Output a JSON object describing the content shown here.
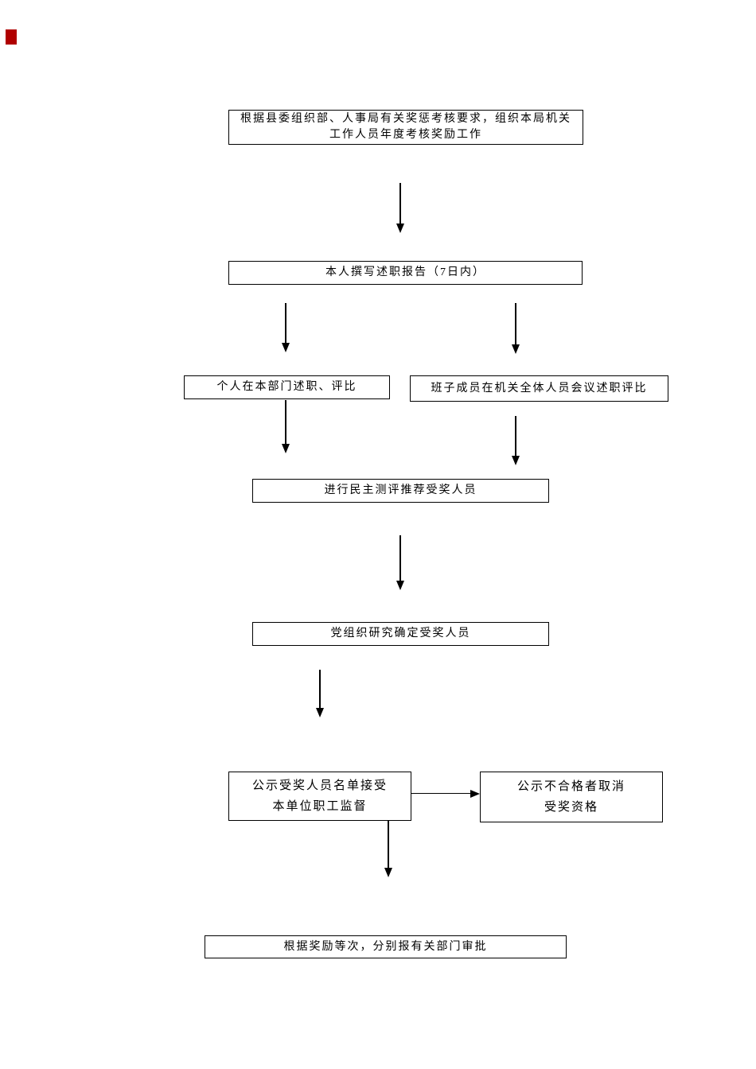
{
  "page": {
    "background": "#ffffff",
    "line_color": "#000000",
    "red_mark_color": "#b00000"
  },
  "flowchart": {
    "nodes": [
      {
        "id": "start",
        "line1": "根据县委组织部、人事局有关奖惩考核要求，组织本局机关",
        "line2": "工作人员年度考核奖励工作"
      },
      {
        "id": "write-report",
        "text": "本人撰写述职报告（7日内）"
      },
      {
        "id": "individual-review",
        "text": "个人在本部门述职、评比"
      },
      {
        "id": "team-review",
        "text": "班子成员在机关全体人员会议述职评比"
      },
      {
        "id": "democratic-assessment",
        "text": "进行民主测评推荐受奖人员"
      },
      {
        "id": "party-decision",
        "text": "党组织研究确定受奖人员"
      },
      {
        "id": "publicity",
        "line1": "公示受奖人员名单接受",
        "line2": "本单位职工监督"
      },
      {
        "id": "disqualification",
        "line1": "公示不合格者取消",
        "line2": "受奖资格"
      },
      {
        "id": "approval",
        "text": "根据奖励等次，分别报有关部门审批"
      }
    ]
  }
}
